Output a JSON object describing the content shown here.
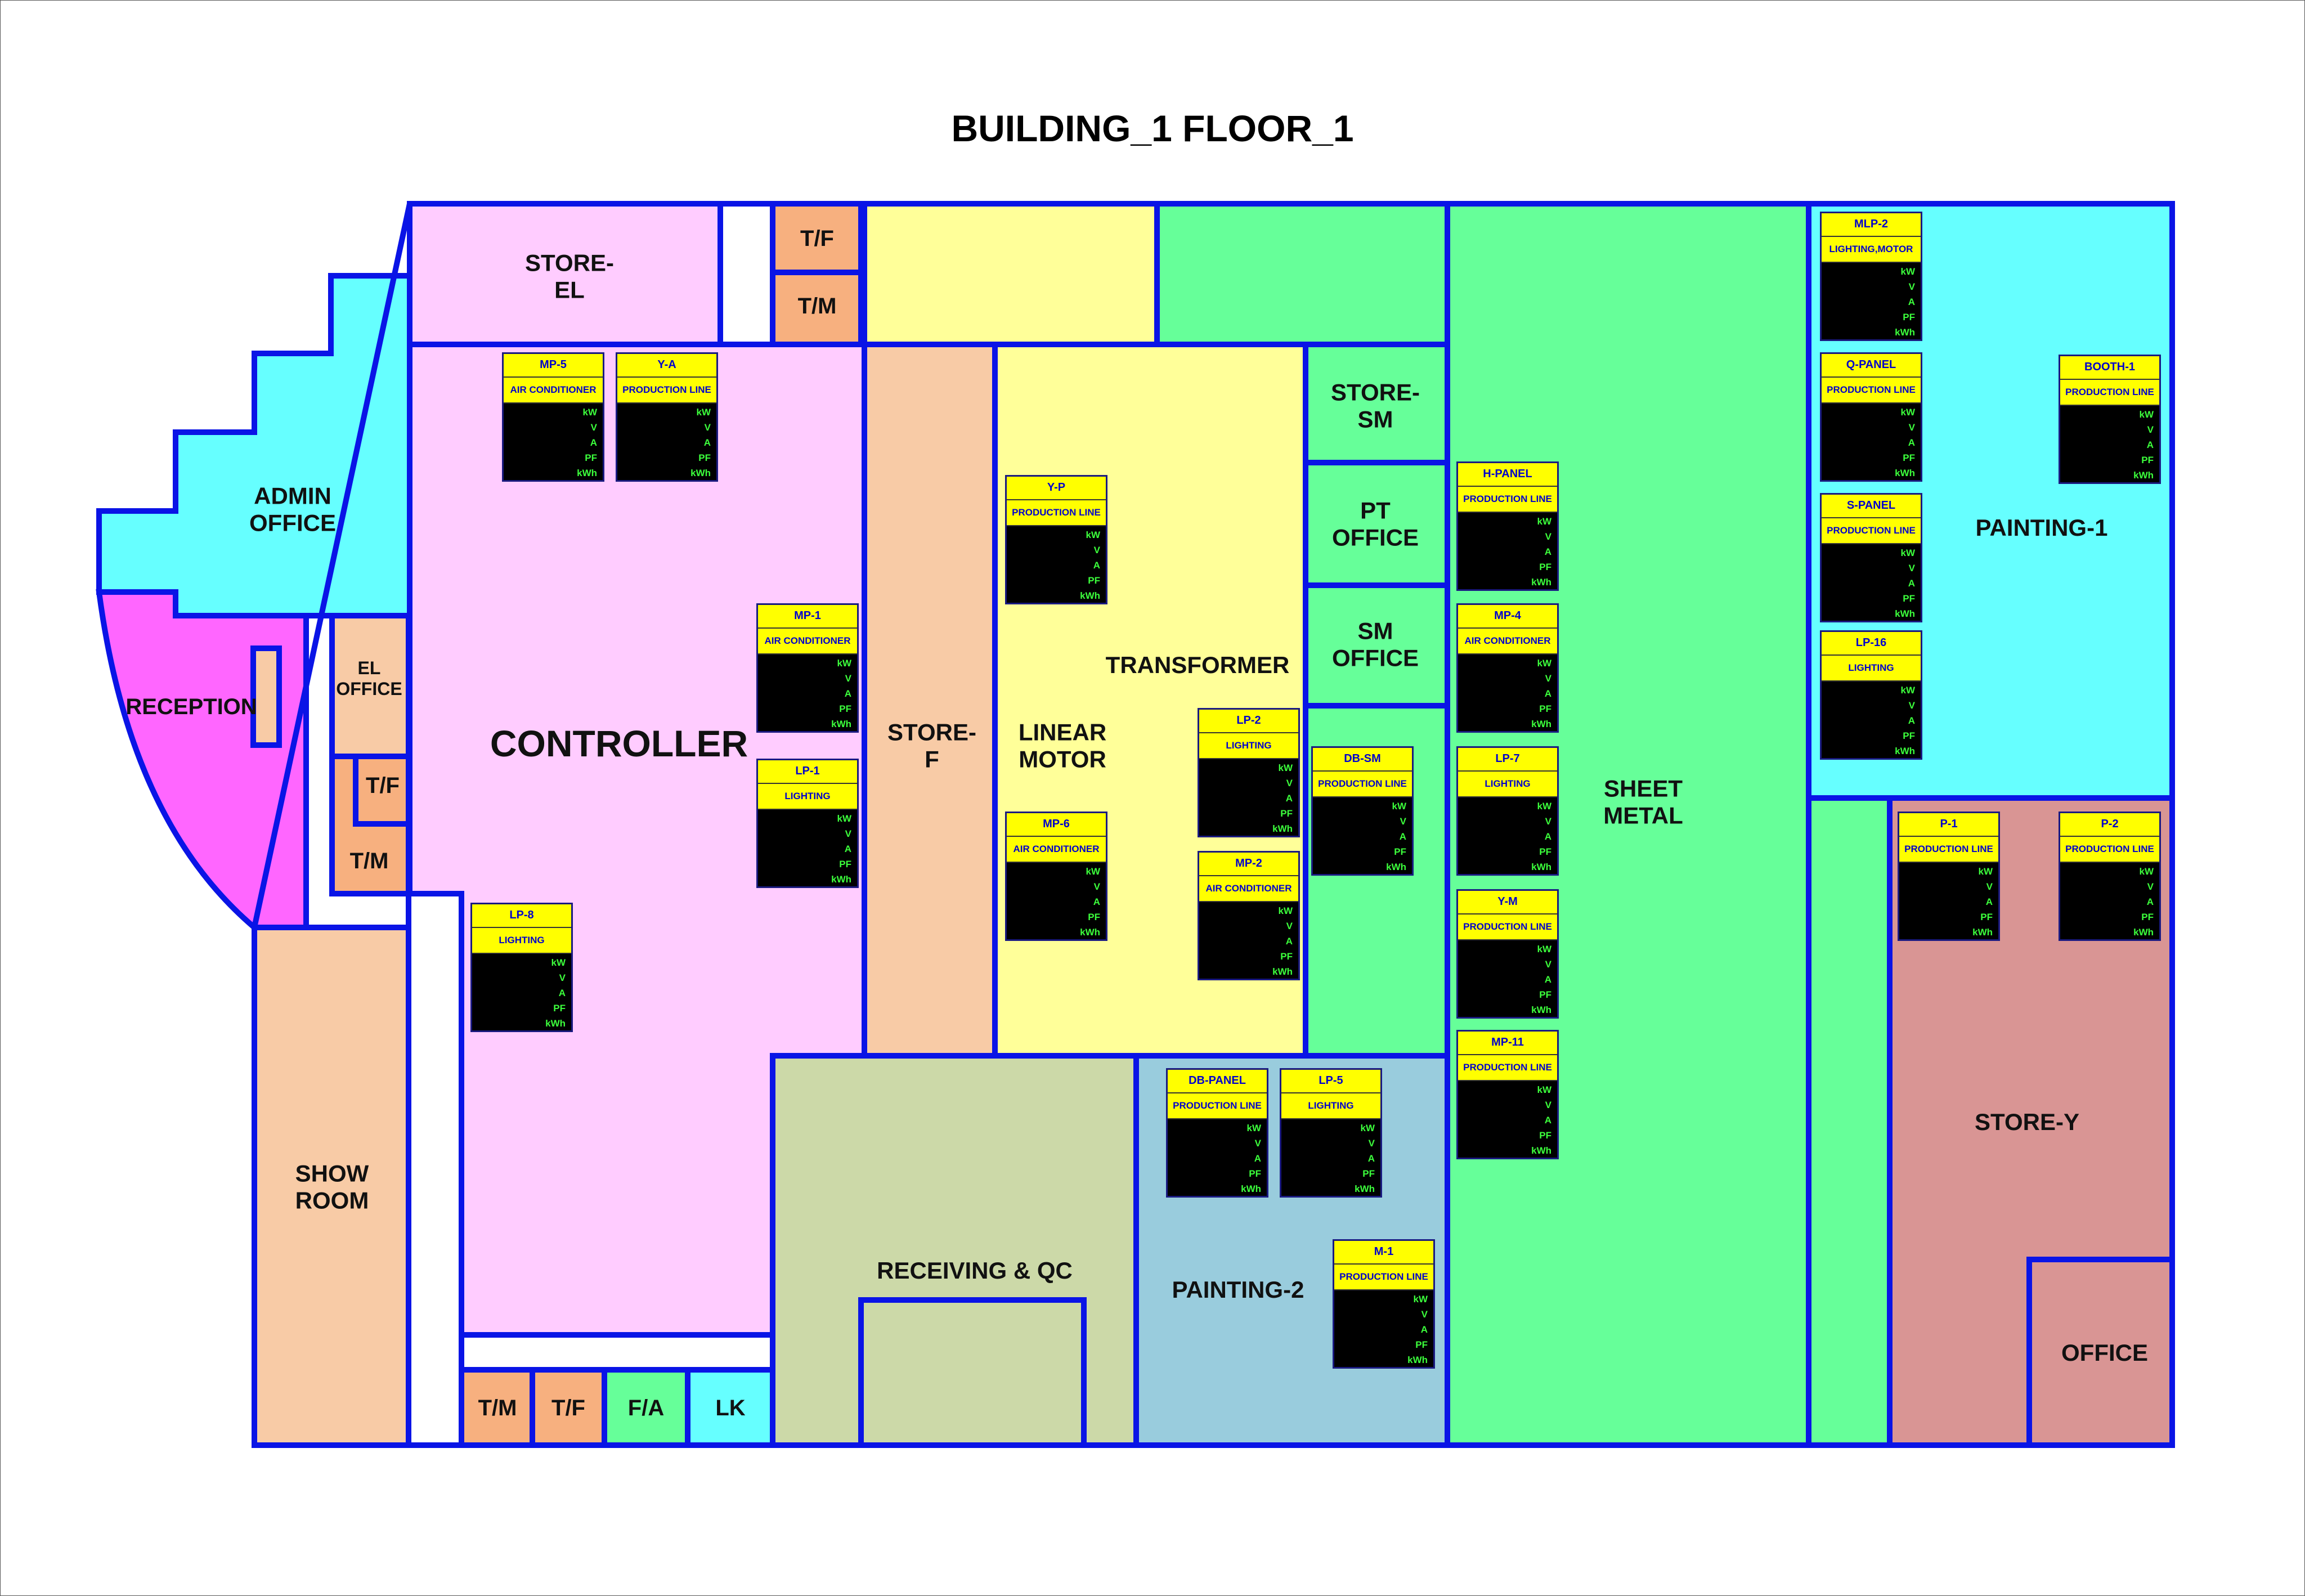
{
  "title": "BUILDING_1 FLOOR_1",
  "colors": {
    "wall": "#0a14e6",
    "pink": "#ffccff",
    "cyan": "#66ffff",
    "magenta": "#ff66ff",
    "peach": "#f8cba6",
    "orange": "#f7b07f",
    "light_yellow": "#ffff99",
    "green": "#66ff99",
    "olive": "#ccd9a8",
    "light_blue": "#99ccdd",
    "rose": "#d99594",
    "meter_header": "#ffff00",
    "meter_header_text": "#0000cc",
    "meter_body": "#000000",
    "meter_unit_text": "#33ff33"
  },
  "rooms": [
    {
      "id": "store-el",
      "label": "STORE-\nEL"
    },
    {
      "id": "tf-top",
      "label": "T/F"
    },
    {
      "id": "tm-top",
      "label": "T/M"
    },
    {
      "id": "admin-office",
      "label": "ADMIN\nOFFICE"
    },
    {
      "id": "reception",
      "label": "RECEPTION"
    },
    {
      "id": "el-office",
      "label": "EL\nOFFICE"
    },
    {
      "id": "tf-mid",
      "label": "T/F"
    },
    {
      "id": "tm-mid",
      "label": "T/M"
    },
    {
      "id": "controller",
      "label": "CONTROLLER"
    },
    {
      "id": "store-f",
      "label": "STORE-\nF"
    },
    {
      "id": "linear-motor",
      "label": "LINEAR\nMOTOR"
    },
    {
      "id": "transformer",
      "label": "TRANSFORMER"
    },
    {
      "id": "store-sm",
      "label": "STORE-\nSM"
    },
    {
      "id": "pt-office",
      "label": "PT\nOFFICE"
    },
    {
      "id": "sm-office",
      "label": "SM\nOFFICE"
    },
    {
      "id": "sheet-metal",
      "label": "SHEET\nMETAL"
    },
    {
      "id": "painting-1",
      "label": "PAINTING-1"
    },
    {
      "id": "store-y",
      "label": "STORE-Y"
    },
    {
      "id": "office",
      "label": "OFFICE"
    },
    {
      "id": "show-room",
      "label": "SHOW\nROOM"
    },
    {
      "id": "receiving-qc",
      "label": "RECEIVING & QC"
    },
    {
      "id": "painting-2",
      "label": "PAINTING-2"
    },
    {
      "id": "tm-bottom",
      "label": "T/M"
    },
    {
      "id": "tf-bottom",
      "label": "T/F"
    },
    {
      "id": "fa",
      "label": "F/A"
    },
    {
      "id": "lk",
      "label": "LK"
    }
  ],
  "meter_units": [
    "kW",
    "V",
    "A",
    "PF",
    "kWh"
  ],
  "meters": [
    {
      "name": "MP-5",
      "type": "AIR CONDITIONER"
    },
    {
      "name": "Y-A",
      "type": "PRODUCTION LINE"
    },
    {
      "name": "MP-1",
      "type": "AIR CONDITIONER"
    },
    {
      "name": "LP-1",
      "type": "LIGHTING"
    },
    {
      "name": "LP-8",
      "type": "LIGHTING"
    },
    {
      "name": "Y-P",
      "type": "PRODUCTION LINE"
    },
    {
      "name": "MP-6",
      "type": "AIR CONDITIONER"
    },
    {
      "name": "LP-2",
      "type": "LIGHTING"
    },
    {
      "name": "MP-2",
      "type": "AIR CONDITIONER"
    },
    {
      "name": "DB-SM",
      "type": "PRODUCTION LINE"
    },
    {
      "name": "H-PANEL",
      "type": "PRODUCTION LINE"
    },
    {
      "name": "MP-4",
      "type": "AIR CONDITIONER"
    },
    {
      "name": "LP-7",
      "type": "LIGHTING"
    },
    {
      "name": "Y-M",
      "type": "PRODUCTION LINE"
    },
    {
      "name": "MP-11",
      "type": "PRODUCTION LINE"
    },
    {
      "name": "MLP-2",
      "type": "LIGHTING,MOTOR"
    },
    {
      "name": "Q-PANEL",
      "type": "PRODUCTION LINE"
    },
    {
      "name": "BOOTH-1",
      "type": "PRODUCTION LINE"
    },
    {
      "name": "S-PANEL",
      "type": "PRODUCTION LINE"
    },
    {
      "name": "LP-16",
      "type": "LIGHTING"
    },
    {
      "name": "P-1",
      "type": "PRODUCTION LINE"
    },
    {
      "name": "P-2",
      "type": "PRODUCTION LINE"
    },
    {
      "name": "DB-PANEL",
      "type": "PRODUCTION LINE"
    },
    {
      "name": "LP-5",
      "type": "LIGHTING"
    },
    {
      "name": "M-1",
      "type": "PRODUCTION LINE"
    }
  ]
}
